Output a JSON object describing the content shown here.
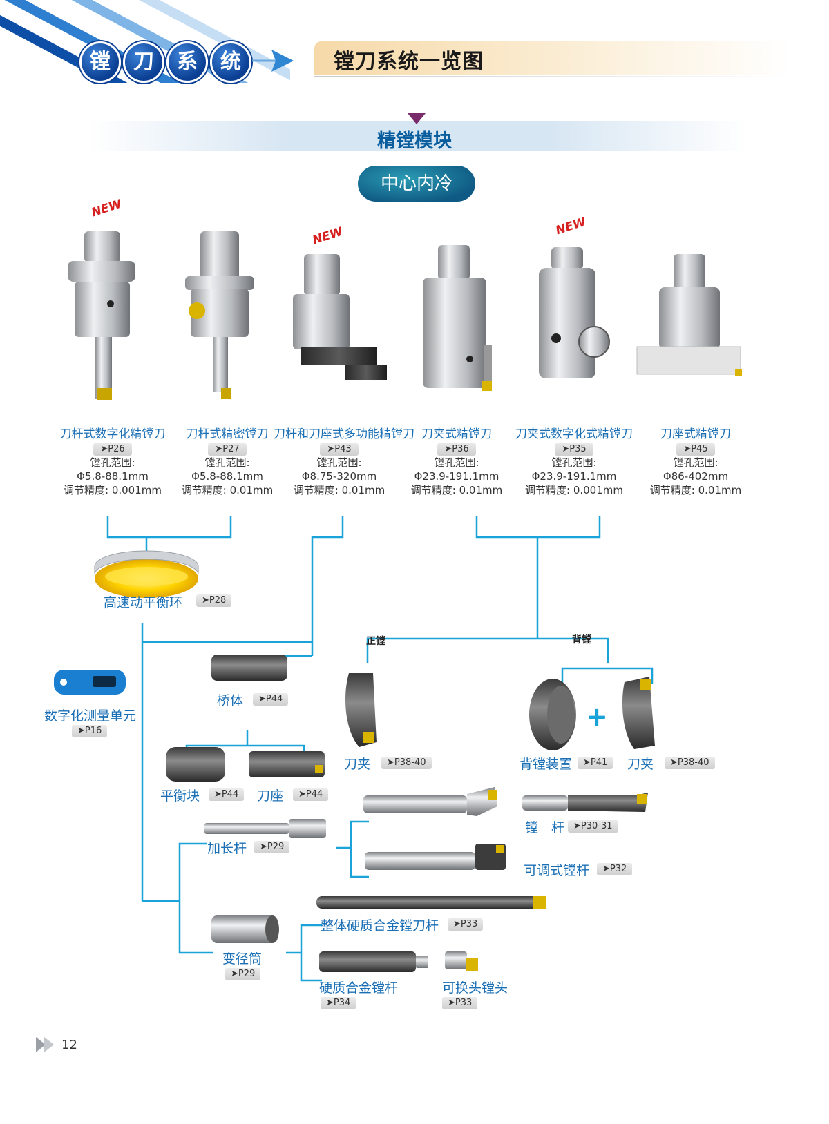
{
  "header": {
    "title_chars": [
      "镗",
      "刀",
      "系",
      "统"
    ],
    "subtitle": "镗刀系统一览图"
  },
  "section": {
    "title": "精镗模块",
    "pill": "中心内冷",
    "new_label": "NEW"
  },
  "products": [
    {
      "name": "刀杆式数字化精镗刀",
      "ref": "➤P26",
      "range_label": "镗孔范围:",
      "range": "Φ5.8-88.1mm",
      "precision": "调节精度: 0.001mm"
    },
    {
      "name": "刀杆式精密镗刀",
      "ref": "➤P27",
      "range_label": "镗孔范围:",
      "range": "Φ5.8-88.1mm",
      "precision": "调节精度: 0.01mm"
    },
    {
      "name": "刀杆和刀座式多功能精镗刀",
      "ref": "➤P43",
      "range_label": "镗孔范围:",
      "range": "Φ8.75-320mm",
      "precision": "调节精度: 0.01mm"
    },
    {
      "name": "刀夹式精镗刀",
      "ref": "➤P36",
      "range_label": "镗孔范围:",
      "range": "Φ23.9-191.1mm",
      "precision": "调节精度: 0.01mm"
    },
    {
      "name": "刀夹式数字化式精镗刀",
      "ref": "➤P35",
      "range_label": "镗孔范围:",
      "range": "Φ23.9-191.1mm",
      "precision": "调节精度: 0.001mm"
    },
    {
      "name": "刀座式精镗刀",
      "ref": "➤P45",
      "range_label": "镗孔范围:",
      "range": "Φ86-402mm",
      "precision": "调节精度: 0.01mm"
    }
  ],
  "components": {
    "balance_ring": {
      "label": "高速动平衡环",
      "ref": "➤P28"
    },
    "digital_unit": {
      "label": "数字化测量单元",
      "ref": "➤P16"
    },
    "bridge": {
      "label": "桥体",
      "ref": "➤P44"
    },
    "balance_block": {
      "label": "平衡块",
      "ref": "➤P44"
    },
    "tool_seat": {
      "label": "刀座",
      "ref": "➤P44"
    },
    "front_boring": {
      "label": "正镗"
    },
    "back_boring": {
      "label": "背镗"
    },
    "clamp_front": {
      "label": "刀夹",
      "ref": "➤P38-40"
    },
    "back_device": {
      "label": "背镗装置",
      "ref": "➤P41"
    },
    "clamp_back": {
      "label": "刀夹",
      "ref": "➤P38-40"
    },
    "plus": "+",
    "extension": {
      "label": "加长杆",
      "ref": "➤P29"
    },
    "boring_bar": {
      "label": "镗　杆",
      "ref": "➤P30-31"
    },
    "adjustable_bar": {
      "label": "可调式镗杆",
      "ref": "➤P32"
    },
    "solid_carbide": {
      "label": "整体硬质合金镗刀杆",
      "ref": "➤P33"
    },
    "reducer": {
      "label": "变径筒",
      "ref": "➤P29"
    },
    "carbide_bar": {
      "label": "硬质合金镗杆",
      "ref": "➤P34"
    },
    "replaceable_head": {
      "label": "可换头镗头",
      "ref": "➤P33"
    }
  },
  "footer": {
    "page": "12"
  },
  "colors": {
    "line": "#1aa3d8",
    "label": "#1a6fb5",
    "brand": "#0b3f93"
  }
}
